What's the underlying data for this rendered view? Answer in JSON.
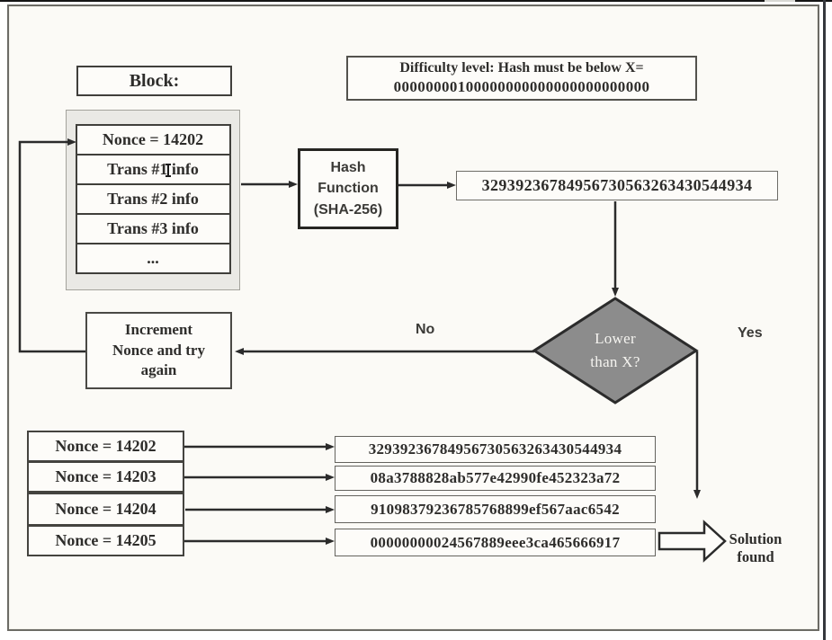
{
  "colors": {
    "diamond_fill": "#8c8c8c",
    "line_color": "#2b2b2b",
    "slide_bg": "#fbfaf6",
    "box_bg": "#fdfcf9",
    "container_bg": "#eae9e5",
    "text_color": "#2e2d2b"
  },
  "diagram": {
    "block_label": "Block:",
    "difficulty_line1": "Difficulty level: Hash must be below X=",
    "difficulty_line2": "00000000100000000000000000000000",
    "block_rows": [
      "Nonce = 14202",
      "Trans #1 info",
      "Trans #2 info",
      "Trans #3 info",
      "..."
    ],
    "hash_function_line1": "Hash",
    "hash_function_line2": "Function",
    "hash_function_line3": "(SHA-256)",
    "hash_output": "32939236784956730563263430544934",
    "decision_line1": "Lower",
    "decision_line2": "than X?",
    "no_label": "No",
    "yes_label": "Yes",
    "increment_line1": "Increment",
    "increment_line2": "Nonce and try",
    "increment_line3": "again",
    "attempts": [
      {
        "nonce": "Nonce = 14202",
        "hash": "32939236784956730563263430544934"
      },
      {
        "nonce": "Nonce = 14203",
        "hash": "08a3788828ab577e42990fe452323a72"
      },
      {
        "nonce": "Nonce = 14204",
        "hash": "91098379236785768899ef567aac6542"
      },
      {
        "nonce": "Nonce = 14205",
        "hash": "00000000024567889eee3ca465666917"
      }
    ],
    "solution_line1": "Solution",
    "solution_line2": "found"
  }
}
